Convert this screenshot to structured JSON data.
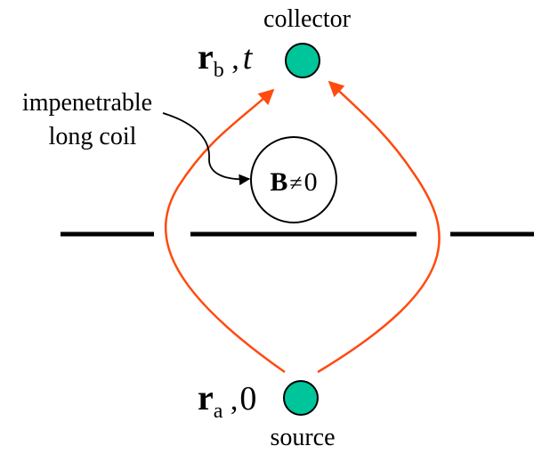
{
  "labels": {
    "collector": "collector",
    "source": "source",
    "coil_line1": "impenetrable",
    "coil_line2": "long coil"
  },
  "collector_point": {
    "vector": "r",
    "subscript": "b",
    "separator": " ,",
    "time": "t"
  },
  "source_point": {
    "vector": "r",
    "subscript": "a",
    "separator": " ,",
    "time": "0"
  },
  "coil": {
    "symbol": "B",
    "relation": "≠",
    "value": "0"
  },
  "colors": {
    "node_fill": "#00c49a",
    "path_stroke": "#ff4a10",
    "line": "#000000"
  }
}
